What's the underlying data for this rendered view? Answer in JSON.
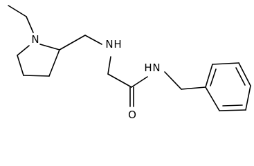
{
  "structure": {
    "atom_labels": {
      "ring_nitrogen": "N",
      "amine_nitrogen": "N",
      "amide_nitrogen": "N",
      "amide_hydrogen": "H",
      "amine_hydrogen": "H",
      "carbonyl_oxygen": "O"
    }
  },
  "colors": {
    "bond": "#000000",
    "text": "#000000",
    "background": "#ffffff"
  }
}
